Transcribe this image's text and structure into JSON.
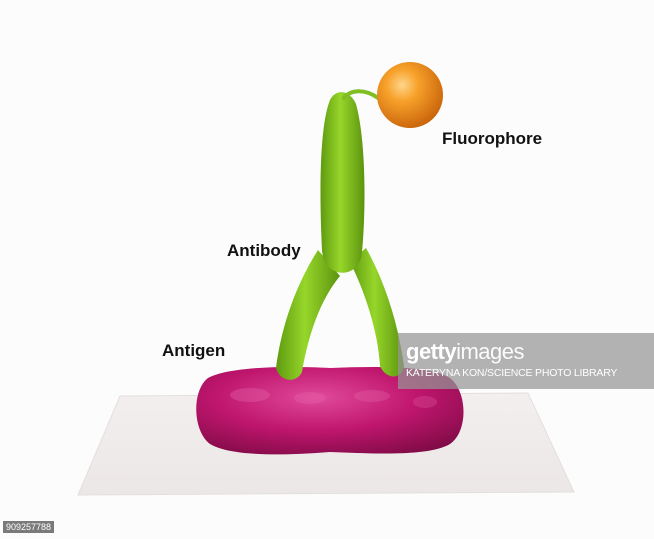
{
  "labels": {
    "fluorophore": "Fluorophore",
    "antibody": "Antibody",
    "antigen": "Antigen"
  },
  "watermark": {
    "brand_bold": "getty",
    "brand_light": "images",
    "credit": "KATERYNA KON/SCIENCE PHOTO LIBRARY"
  },
  "image_id": "909257788",
  "colors": {
    "fluorophore": "#f08a10",
    "antibody": "#7fc41a",
    "antigen": "#c0166e",
    "plate": "#f1eded",
    "background": "#fcfcfc"
  }
}
